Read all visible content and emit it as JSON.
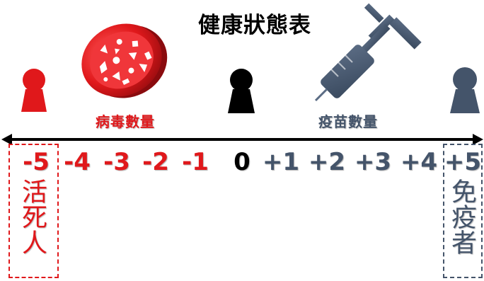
{
  "title": "健康狀態表",
  "legend": {
    "virus": "病毒數量",
    "vaccine": "疫苗數量"
  },
  "ticks": [
    "-5",
    "-4",
    "-3",
    "-2",
    "-1",
    "0",
    "+1",
    "+2",
    "+3",
    "+4",
    "+5"
  ],
  "end_labels": {
    "left": "活死人",
    "right": "免疫者"
  },
  "colors": {
    "negative": "#e0181b",
    "zero": "#000000",
    "positive": "#44546a",
    "axis": "#000000"
  },
  "icons": {
    "left_person": "red-person-icon",
    "middle_person": "black-person-icon",
    "right_person": "gray-person-icon",
    "virus": "virus-icon",
    "syringe": "syringe-icon"
  }
}
